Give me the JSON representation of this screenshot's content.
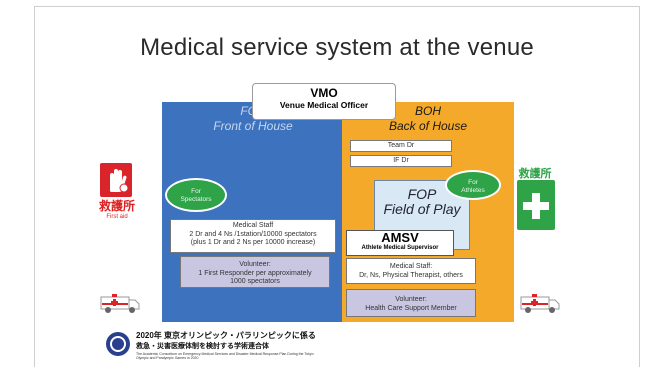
{
  "slide": {
    "title": "Medical service system at the venue"
  },
  "vmo": {
    "abbr": "VMO",
    "full": "Venue Medical Officer"
  },
  "foh": {
    "abbr": "FOH",
    "full": "Front of House",
    "ellipse": "For\nSpectators",
    "medical_staff": "Medical Staff\n2 Dr and 4 Ns /1station/10000 spectators\n(plus 1 Dr and 2 Ns per 10000 increase)",
    "volunteer": "Volunteer:\n1 First Responder per approximately\n1000 spectators"
  },
  "boh": {
    "abbr": "BOH",
    "full": "Back of House",
    "team_dr": "Team Dr",
    "if_dr": "IF Dr",
    "ellipse": "For\nAthletes",
    "fop_abbr": "FOP",
    "fop_full": "Field of Play",
    "amsv_abbr": "AMSV",
    "amsv_full": "Athlete Medical Supervisor",
    "medical_staff": "Medical Staff:\nDr, Ns, Physical Therapist, others",
    "volunteer": "Volunteer:\nHealth Care Support Member"
  },
  "first_aid": {
    "label": "救護所",
    "sub": "First aid",
    "color": "#d9242a"
  },
  "aid_station": {
    "label": "救護所",
    "color": "#2ea348"
  },
  "footer": {
    "line1": "2020年 東京オリンピック・パラリンピックに係る",
    "line2": "救急・災害医療体制を検討する学術連合体",
    "line3": "The Academic Consortium on Emergency Medical Services and Disaster Medical Response Plan During the Tokyo Olympic and Paralympic Games in 2020"
  },
  "colors": {
    "foh_blue": "#3d73be",
    "boh_orange": "#f4a92b",
    "ellipse_green": "#2ea348",
    "volunteer_lavender": "#c9c6e2",
    "fop_lightblue": "#d8e8f4"
  }
}
